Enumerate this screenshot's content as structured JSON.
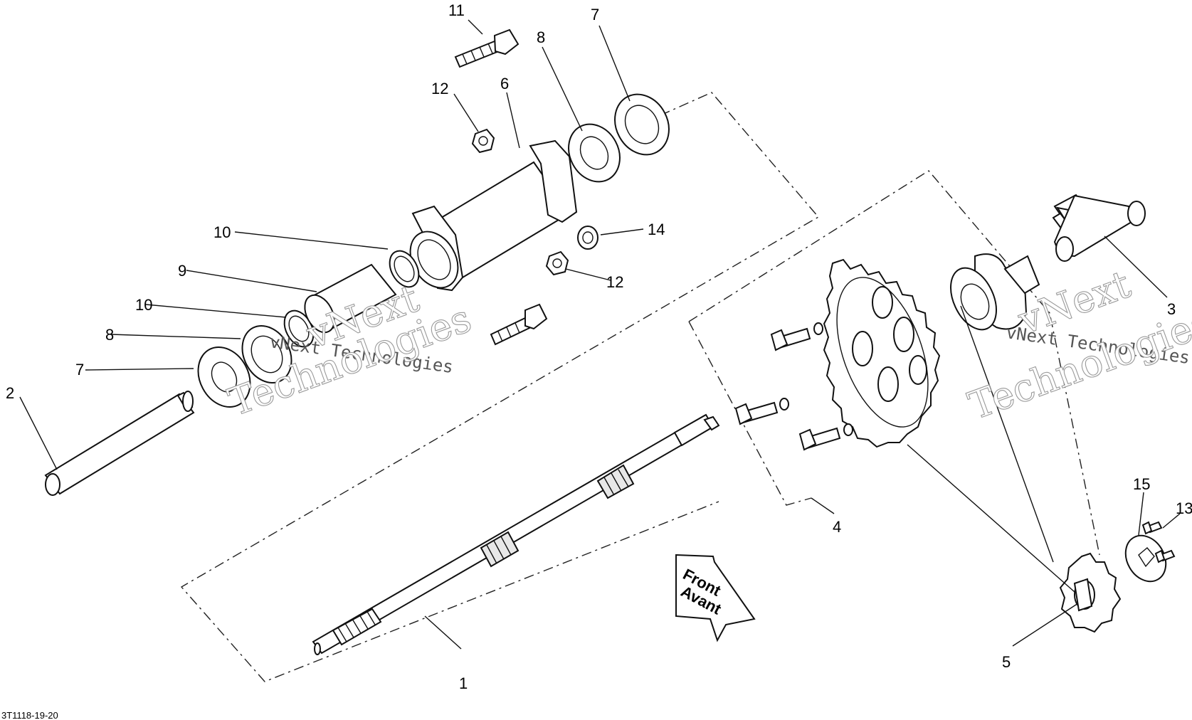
{
  "drawing_code": "3T1118-19-20",
  "front_arrow": {
    "line1": "Front",
    "line2": "Avant"
  },
  "watermarks": [
    {
      "text": "vNext"
    },
    {
      "text": "vNext Technologies"
    },
    {
      "text": "Technologies"
    },
    {
      "text": "vNext"
    },
    {
      "text": "vNext Technologies"
    },
    {
      "text": "Technologies"
    }
  ],
  "callouts": [
    {
      "label": "1"
    },
    {
      "label": "2"
    },
    {
      "label": "3"
    },
    {
      "label": "4"
    },
    {
      "label": "5"
    },
    {
      "label": "6"
    },
    {
      "label": "7"
    },
    {
      "label": "7"
    },
    {
      "label": "8"
    },
    {
      "label": "8"
    },
    {
      "label": "9"
    },
    {
      "label": "10"
    },
    {
      "label": "10"
    },
    {
      "label": "11"
    },
    {
      "label": "12"
    },
    {
      "label": "12"
    },
    {
      "label": "13"
    },
    {
      "label": "14"
    },
    {
      "label": "15"
    }
  ]
}
